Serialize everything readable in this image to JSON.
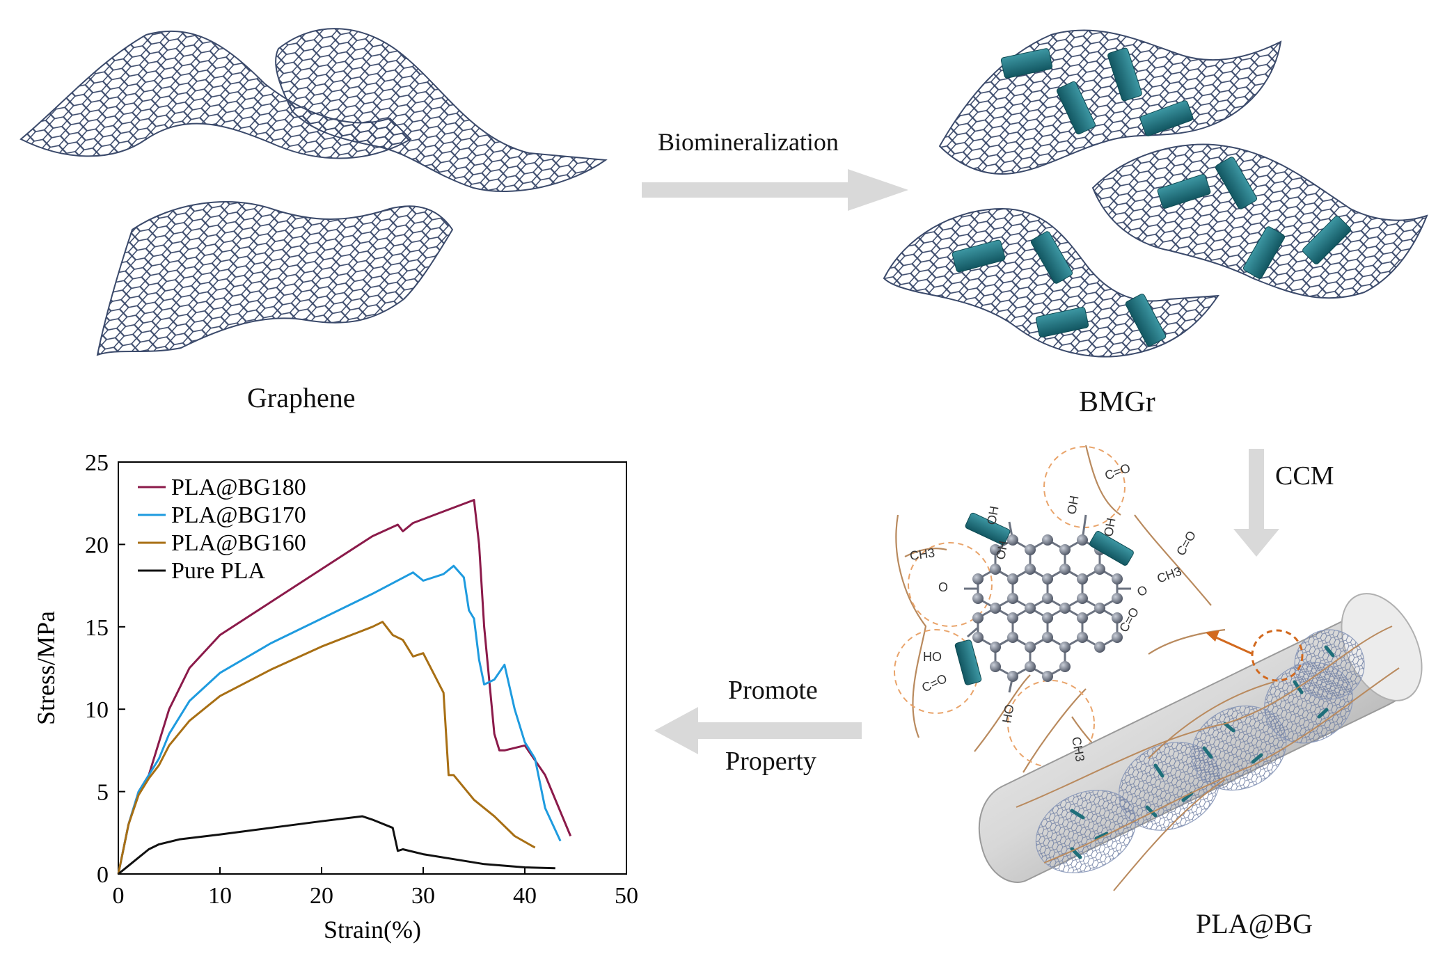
{
  "labels": {
    "graphene": "Graphene",
    "bmgr": "BMGr",
    "biomineralization": "Biomineralization",
    "ccm": "CCM",
    "promote": "Promote",
    "property": "Property",
    "plabg": "PLA@BG"
  },
  "molecule_groups": [
    "OH",
    "OH",
    "OH",
    "OH",
    "HO",
    "HO",
    "O",
    "O",
    "CH3",
    "CH3",
    "CH3",
    "C=O",
    "C=O",
    "C=O",
    "C=O"
  ],
  "colors": {
    "graphene_line": "#3b4a6b",
    "cylinder_teal": "#1f6f7a",
    "arrow_gray": "#d9d9d9",
    "chain_tan": "#b98a5e",
    "accent_orange": "#d2691e"
  },
  "chart_data": {
    "type": "line",
    "xlabel": "Strain(%)",
    "ylabel": "Stress/MPa",
    "xlim": [
      0,
      50
    ],
    "ylim": [
      0,
      25
    ],
    "xticks": [
      0,
      10,
      20,
      30,
      40,
      50
    ],
    "yticks": [
      0,
      5,
      10,
      15,
      20,
      25
    ],
    "legend_position": "top-left",
    "series": [
      {
        "name": "PLA@BG180",
        "color": "#8b1a4a",
        "x": [
          0,
          1,
          2,
          3,
          4,
          5,
          7,
          10,
          15,
          20,
          25,
          27.5,
          28,
          29,
          32,
          35,
          35.5,
          36,
          37,
          37.5,
          38,
          40,
          42,
          44.5
        ],
        "y": [
          0,
          3,
          5,
          6,
          8,
          10,
          12.5,
          14.5,
          16.5,
          18.5,
          20.5,
          21.2,
          20.8,
          21.3,
          22,
          22.7,
          20,
          15,
          8.5,
          7.5,
          7.5,
          7.8,
          6,
          2.3
        ]
      },
      {
        "name": "PLA@BG170",
        "color": "#1e9bdf",
        "x": [
          0,
          1,
          2,
          3,
          4,
          5,
          7,
          10,
          15,
          20,
          25,
          29,
          30,
          32,
          33,
          34,
          34.5,
          35,
          35.5,
          36,
          37,
          38,
          39,
          40,
          41,
          42,
          43.5
        ],
        "y": [
          0,
          3,
          5,
          6,
          7,
          8.5,
          10.5,
          12.2,
          14,
          15.5,
          17,
          18.3,
          17.8,
          18.2,
          18.7,
          18,
          16,
          15.5,
          13,
          11.5,
          11.8,
          12.7,
          10,
          8,
          7,
          4,
          2
        ]
      },
      {
        "name": "PLA@BG160",
        "color": "#a86f14",
        "x": [
          0,
          1,
          2,
          3,
          4,
          5,
          7,
          10,
          15,
          20,
          25,
          26,
          27,
          28,
          29,
          30,
          31,
          32,
          32.5,
          33,
          35,
          37,
          39,
          41
        ],
        "y": [
          0,
          3,
          4.8,
          5.8,
          6.6,
          7.8,
          9.3,
          10.8,
          12.4,
          13.8,
          15,
          15.3,
          14.5,
          14.2,
          13.2,
          13.4,
          12.2,
          11,
          6,
          6,
          4.5,
          3.5,
          2.3,
          1.6
        ]
      },
      {
        "name": "Pure PLA",
        "color": "#111111",
        "x": [
          0,
          1,
          2,
          3,
          4,
          6,
          10,
          15,
          20,
          24,
          25,
          27,
          27.5,
          28,
          30,
          33,
          36,
          40,
          43
        ],
        "y": [
          0,
          0.5,
          1,
          1.5,
          1.8,
          2.1,
          2.4,
          2.8,
          3.2,
          3.5,
          3.3,
          2.8,
          1.4,
          1.5,
          1.2,
          0.9,
          0.6,
          0.4,
          0.35
        ]
      }
    ]
  }
}
